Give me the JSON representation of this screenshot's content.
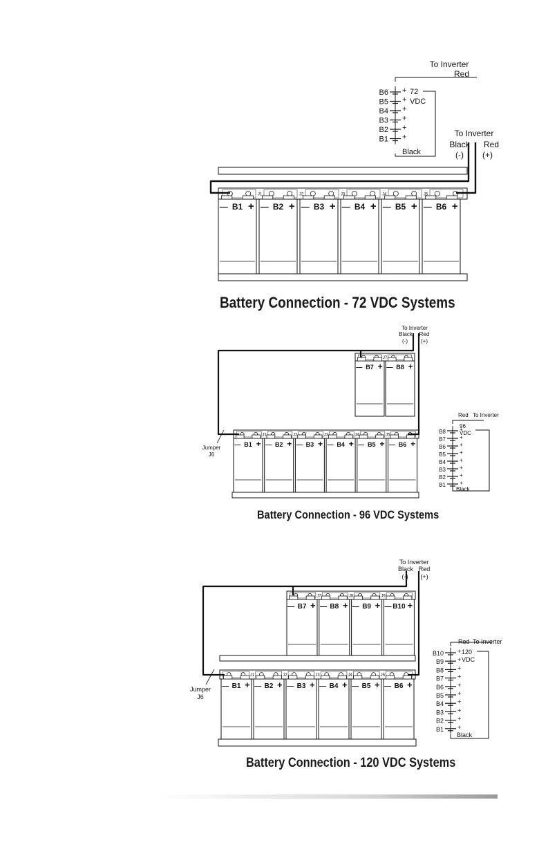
{
  "diagram_72": {
    "caption": "Battery Connection - 72 VDC Systems",
    "to_inverter_top": "To Inverter",
    "red_top": "Red",
    "to_inverter_right": "To Inverter",
    "black": "Black",
    "neg": "(-)",
    "red": "Red",
    "pos": "(+)",
    "voltage": "72",
    "vdc": "VDC",
    "schem_black": "Black",
    "schem_labels": [
      "B6",
      "B5",
      "B4",
      "B3",
      "B2",
      "B1"
    ],
    "jumpers": [
      "J1",
      "J2",
      "J3",
      "J4",
      "J5"
    ],
    "batteries": [
      "B1",
      "B2",
      "B3",
      "B4",
      "B5",
      "B6"
    ]
  },
  "diagram_96": {
    "caption": "Battery Connection - 96 VDC Systems",
    "to_inverter": "To Inverter",
    "black": "Black",
    "red": "Red",
    "neg": "(-)",
    "pos": "(+)",
    "jumper_label": "Jumper",
    "jumper_id": "J6",
    "top_batteries": [
      "B7",
      "B8"
    ],
    "top_jumpers": [
      "J7"
    ],
    "bottom_batteries": [
      "B1",
      "B2",
      "B3",
      "B4",
      "B5",
      "B6"
    ],
    "bottom_jumpers": [
      "J1",
      "J2",
      "J3",
      "J4",
      "J5"
    ],
    "schem_red": "Red",
    "schem_to_inverter": "To Inverter",
    "voltage": "96",
    "vdc": "VDC",
    "schem_black": "Black",
    "schem_labels": [
      "B8",
      "B7",
      "B6",
      "B5",
      "B4",
      "B3",
      "B2",
      "B1"
    ]
  },
  "diagram_120": {
    "caption": "Battery Connection - 120 VDC Systems",
    "to_inverter": "To Inverter",
    "black": "Black",
    "red": "Red",
    "neg": "(-)",
    "pos": "(+)",
    "jumper_label": "Jumper",
    "jumper_id": "J6",
    "top_batteries": [
      "B7",
      "B8",
      "B9",
      "B10"
    ],
    "top_jumpers": [
      "J7",
      "J8",
      "J9"
    ],
    "bottom_batteries": [
      "B1",
      "B2",
      "B3",
      "B4",
      "B5",
      "B6"
    ],
    "bottom_jumpers": [
      "J1",
      "J2",
      "J3",
      "J4",
      "J5"
    ],
    "schem_red": "Red",
    "schem_to_inverter": "To Inverter",
    "voltage": "120",
    "vdc": "VDC",
    "schem_black": "Black",
    "schem_labels": [
      "B10",
      "B9",
      "B8",
      "B7",
      "B6",
      "B5",
      "B4",
      "B3",
      "B2",
      "B1"
    ]
  }
}
